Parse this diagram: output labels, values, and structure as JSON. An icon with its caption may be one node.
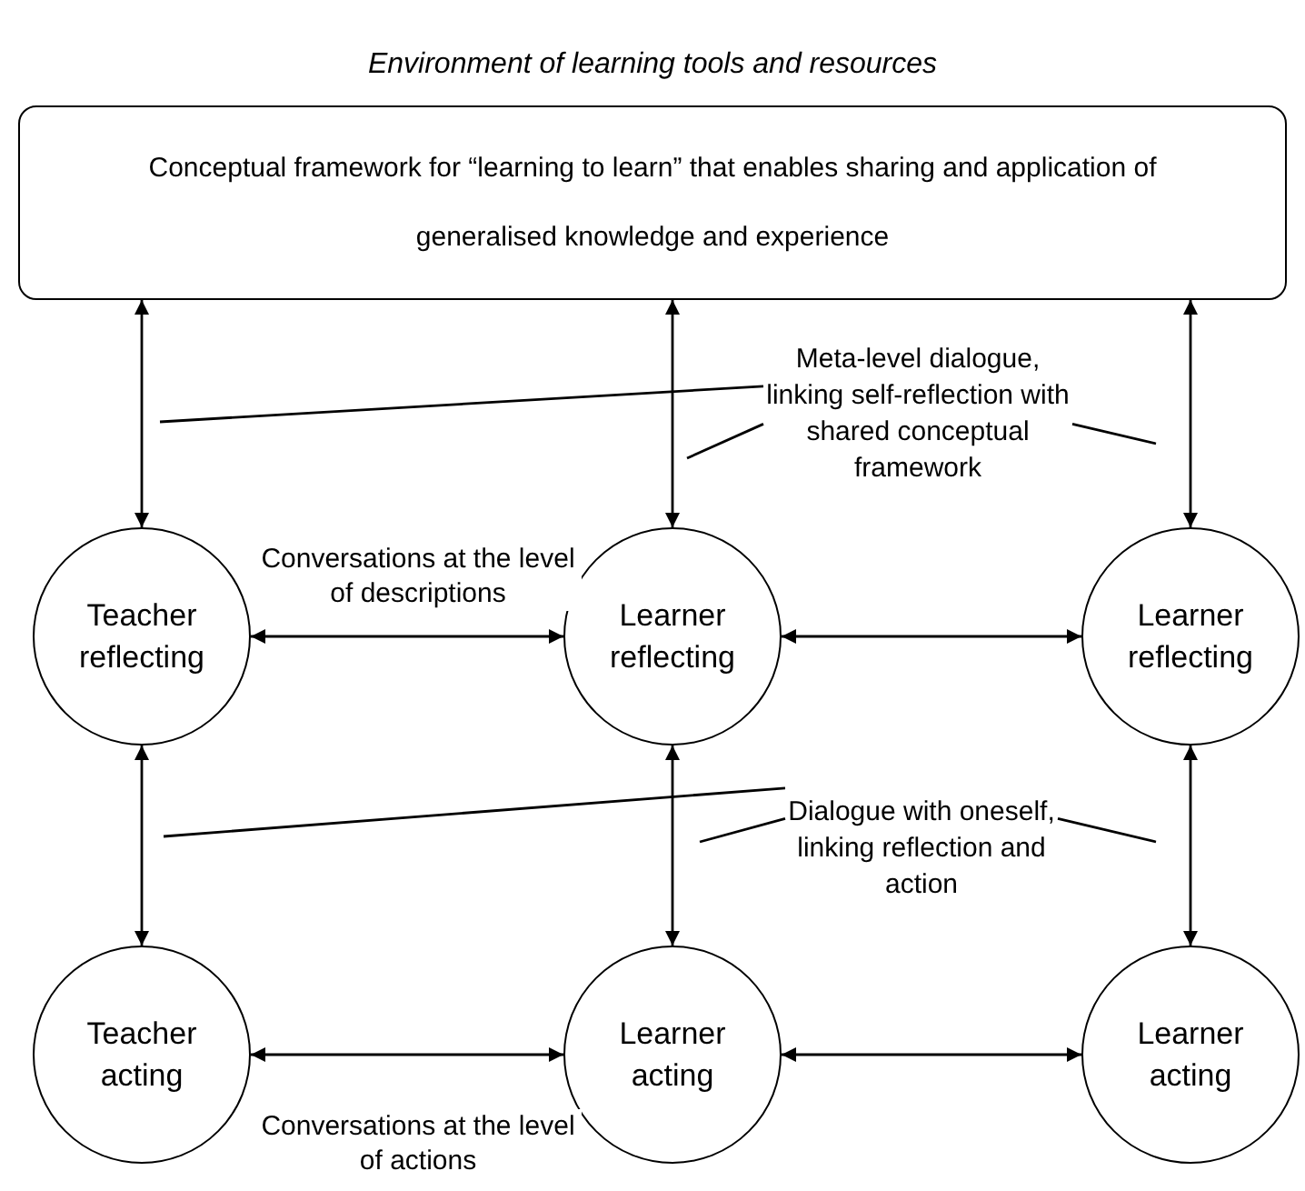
{
  "diagram": {
    "title": "Environment of learning tools and resources",
    "nodes": [
      {
        "text": [
          "Conceptual framework for “learning to learn” that enables sharing and application of generalised knowledge and experience"
        ]
      },
      {
        "text": [
          "Teacher reflecting"
        ]
      },
      {
        "text": [
          "Learner reflecting"
        ]
      },
      {
        "text": [
          "Learner reflecting"
        ]
      },
      {
        "text": [
          "Teacher acting"
        ]
      },
      {
        "text": [
          "Learner acting"
        ]
      },
      {
        "text": [
          "Learner acting"
        ]
      },
      {
        "text": [
          "Meta-level dialogue, linking self-reflection with shared conceptual framework"
        ]
      },
      {
        "text": [
          "Dialogue with oneself, linking reflection and action"
        ]
      }
    ],
    "edges": [
      {
        "from": 0,
        "to": 1,
        "arrow": "both"
      },
      {
        "from": 0,
        "to": 2,
        "arrow": "both"
      },
      {
        "from": 0,
        "to": 3,
        "arrow": "both"
      },
      {
        "from": 1,
        "to": 2,
        "arrow": "both",
        "label": "Conversations at the level of descriptions"
      },
      {
        "from": 2,
        "to": 3,
        "arrow": "both"
      },
      {
        "from": 1,
        "to": 4,
        "arrow": "both"
      },
      {
        "from": 2,
        "to": 5,
        "arrow": "both"
      },
      {
        "from": 3,
        "to": 6,
        "arrow": "both"
      },
      {
        "from": 4,
        "to": 5,
        "arrow": "both",
        "label": "Conversations at the level of actions"
      },
      {
        "from": 5,
        "to": 6,
        "arrow": "both"
      },
      {
        "from": 7,
        "to": null,
        "arrow": "none"
      },
      {
        "from": 7,
        "to": null,
        "arrow": "none"
      },
      {
        "from": 7,
        "to": null,
        "arrow": "none"
      },
      {
        "from": 8,
        "to": null,
        "arrow": "none"
      },
      {
        "from": 8,
        "to": null,
        "arrow": "none"
      },
      {
        "from": 8,
        "to": null,
        "arrow": "none"
      }
    ]
  }
}
